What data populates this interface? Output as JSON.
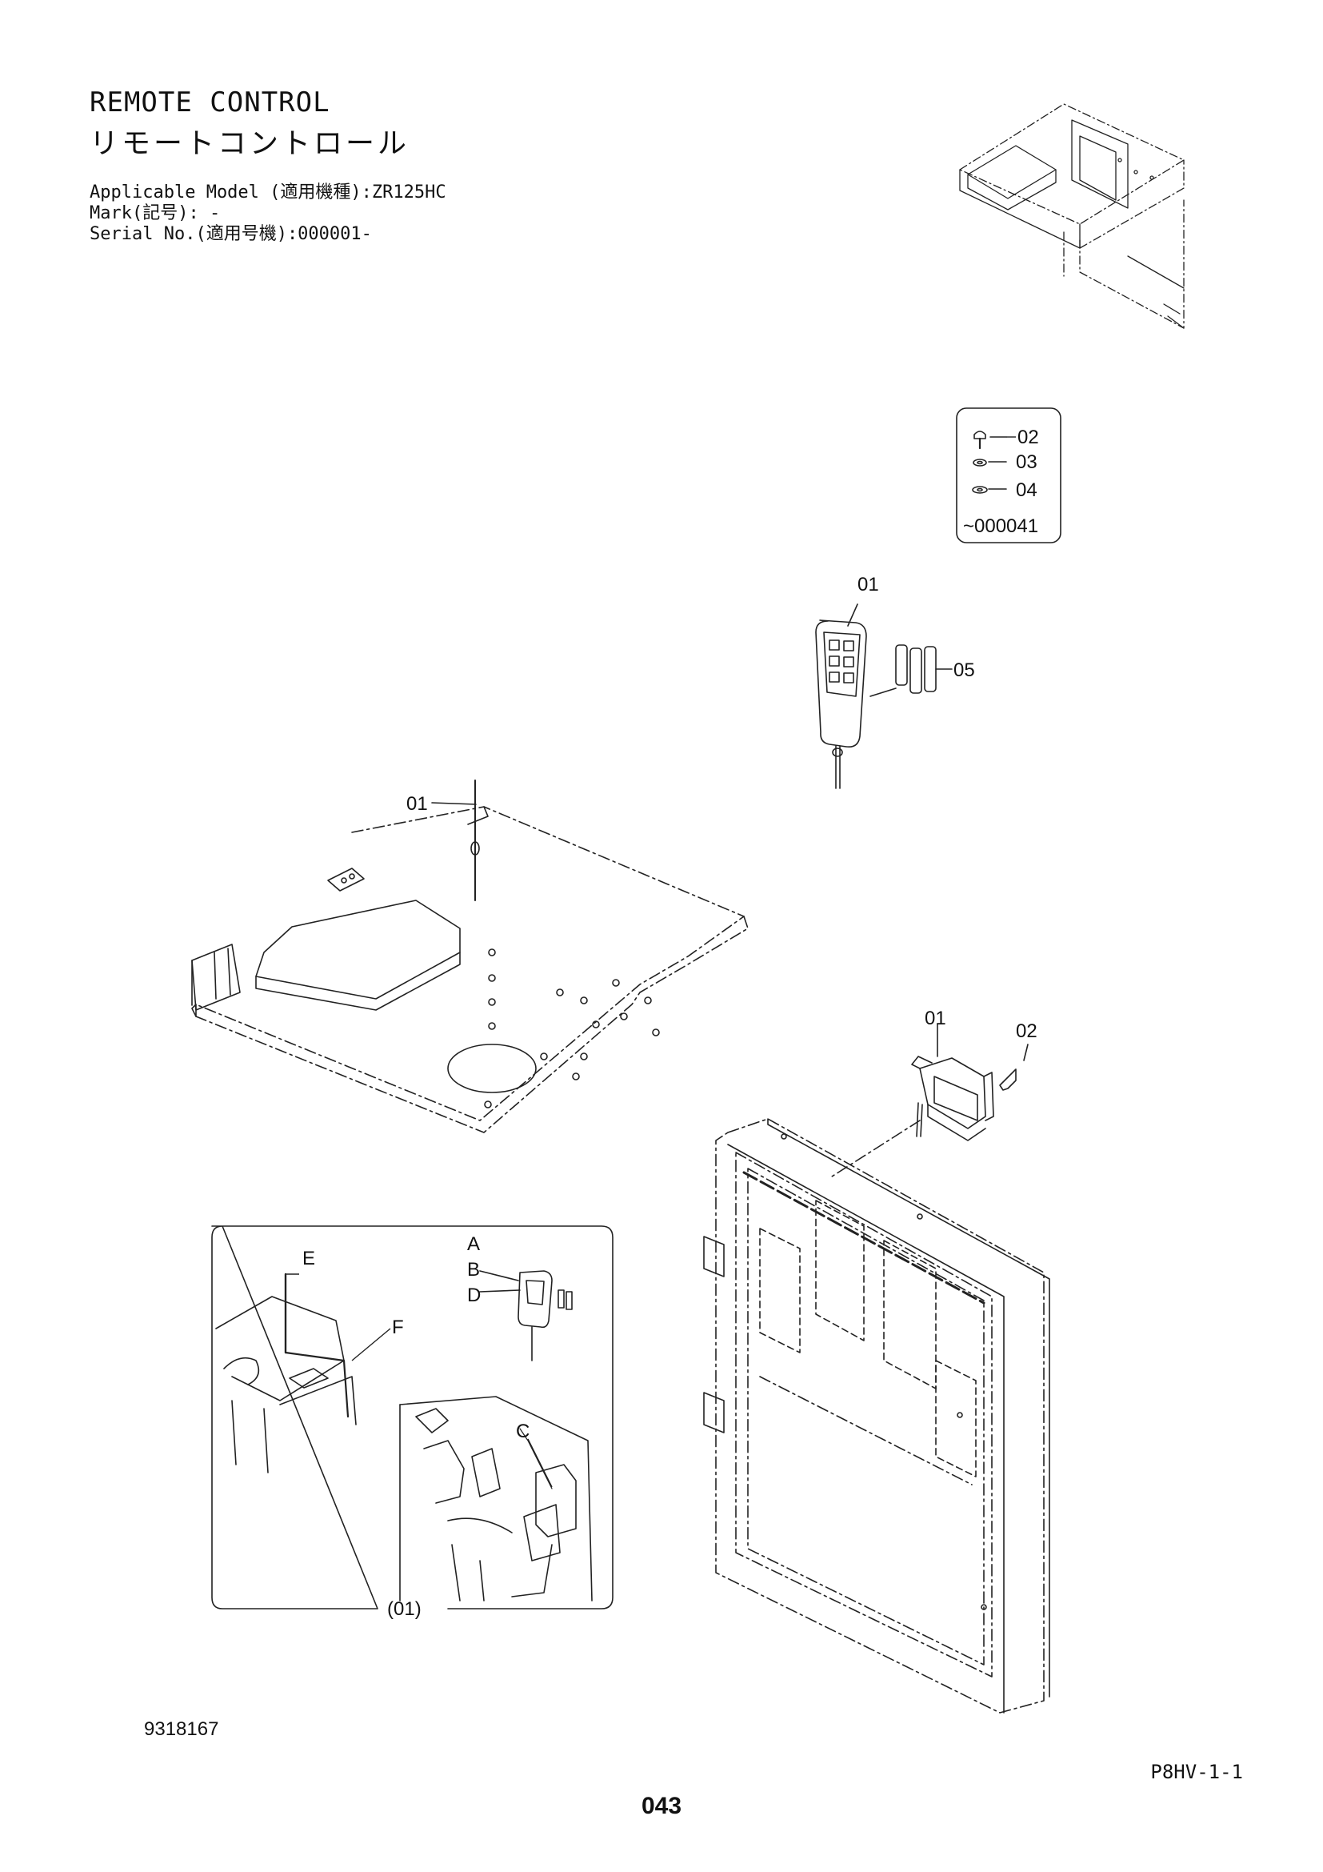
{
  "header": {
    "title_en": "REMOTE CONTROL",
    "title_ja": "リモートコントロール",
    "applicable_model": "Applicable Model (適用機種):ZR125HC",
    "mark": "Mark(記号): -",
    "serial_no": "Serial No.(適用号機):000001-"
  },
  "callouts": {
    "p01_top": "01",
    "p02_box": "02",
    "p03_box": "03",
    "p04_box": "04",
    "serial_range": "~000041",
    "p05": "05",
    "p01_antenna": "01",
    "p01_receiver": "01",
    "p02_bolt": "02"
  },
  "inset": {
    "label_a": "A",
    "label_b": "B",
    "label_c": "C",
    "label_d": "D",
    "label_e": "E",
    "label_f": "F",
    "label_ref": "(01)"
  },
  "footer": {
    "drawing_number": "9318167",
    "sheet_code": "P8HV-1-1",
    "page_number": "043"
  }
}
